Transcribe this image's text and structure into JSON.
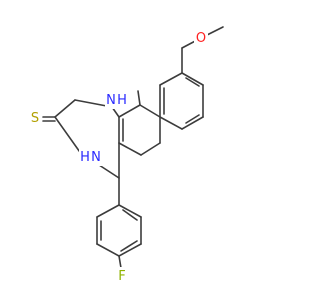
{
  "molecule": {
    "atom_labels": {
      "methoxy_oxygen": "O",
      "thione_sulfur": "S",
      "nh_top": "N",
      "nh_top_h": "H",
      "nh_bottom_h": "H",
      "nh_bottom": "N",
      "fluorine": "F"
    }
  },
  "colors": {
    "bond": "#3c3c3c",
    "oxygen": "#ff2020",
    "sulfur": "#b2a000",
    "nitrogen": "#2a2aff",
    "fluorine": "#8fb300"
  }
}
